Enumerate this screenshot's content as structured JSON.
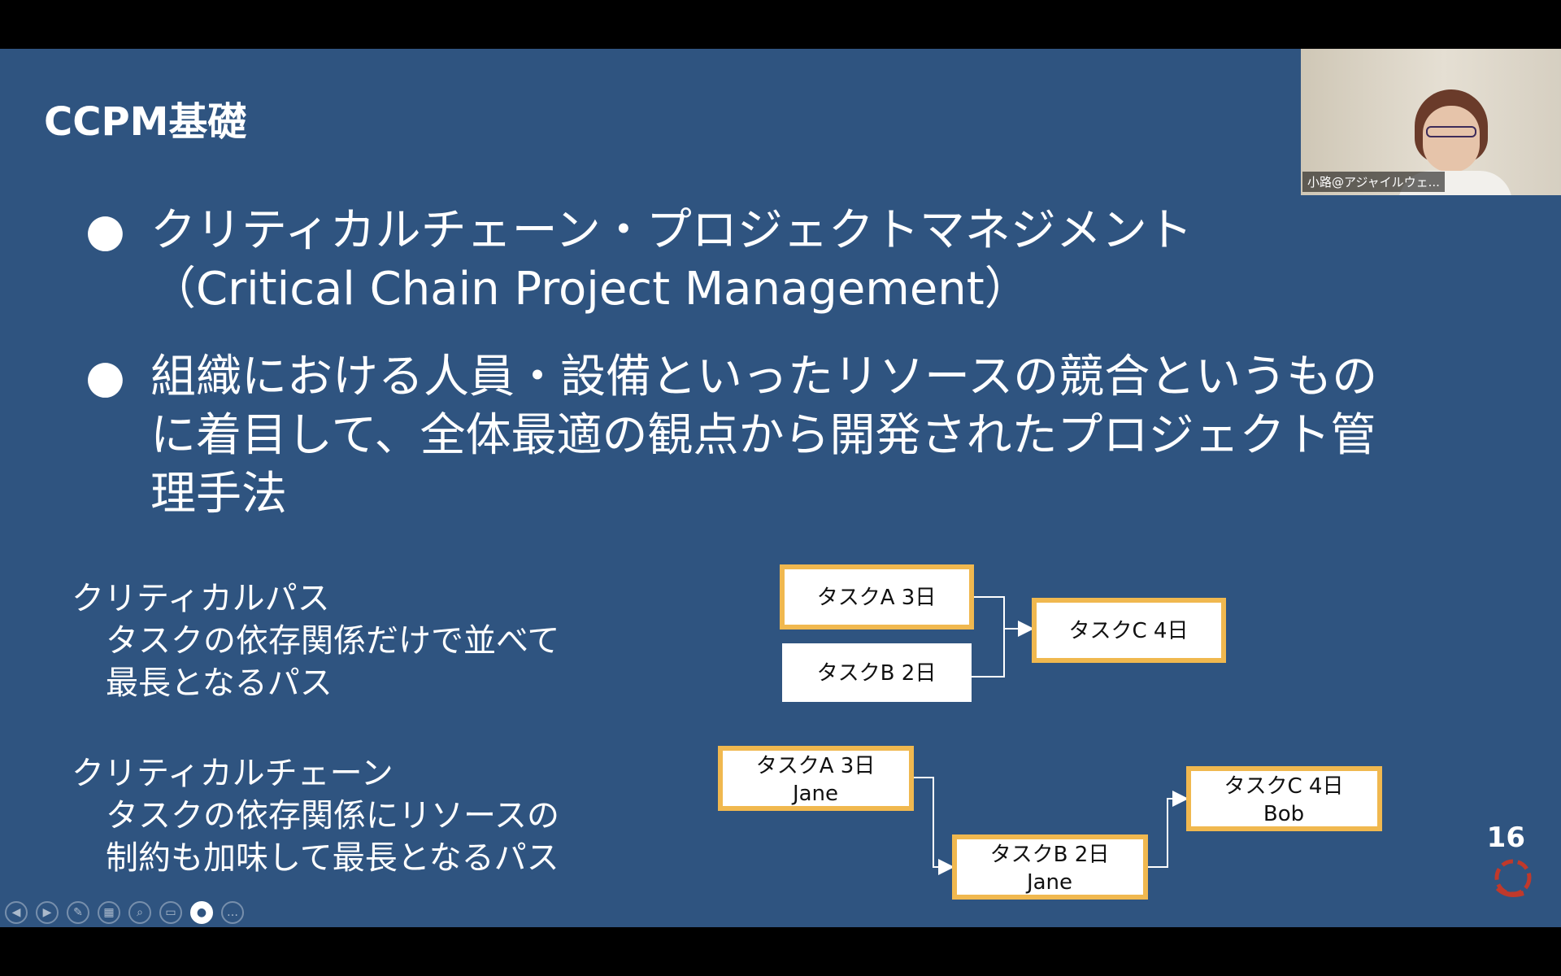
{
  "slide": {
    "title": "CCPM基礎",
    "bullets": [
      {
        "marker": "●",
        "lines": [
          "クリティカルチェーン・プロジェクトマネジメント",
          "（Critical Chain Project Management）"
        ]
      },
      {
        "marker": "●",
        "lines": [
          "組織における人員・設備といったリソースの競合というもの",
          "に着目して、全体最適の観点から開発されたプロジェクト管",
          "理手法"
        ]
      }
    ],
    "critical_path": {
      "heading": "クリティカルパス",
      "lines": [
        "タスクの依存関係だけで並べて",
        "最長となるパス"
      ]
    },
    "critical_chain": {
      "heading": "クリティカルチェーン",
      "lines": [
        "タスクの依存関係にリソースの",
        "制約も加味して最長となるパス"
      ]
    },
    "diagram_path": {
      "task_a": "タスクA 3日",
      "task_b": "タスクB 2日",
      "task_c": "タスクC 4日"
    },
    "diagram_chain": {
      "task_a": {
        "label": "タスクA 3日",
        "owner": "Jane"
      },
      "task_b": {
        "label": "タスクB 2日",
        "owner": "Jane"
      },
      "task_c": {
        "label": "タスクC 4日",
        "owner": "Bob"
      }
    },
    "page_number": "16"
  },
  "participant": {
    "name": "小路@アジャイルウェ..."
  },
  "toolbar": {
    "buttons": [
      {
        "icon": "previous-slide-icon",
        "glyph": "◀"
      },
      {
        "icon": "next-slide-icon",
        "glyph": "▶"
      },
      {
        "icon": "pen-icon",
        "glyph": "✎"
      },
      {
        "icon": "slides-grid-icon",
        "glyph": "▦"
      },
      {
        "icon": "zoom-icon",
        "glyph": "⌕"
      },
      {
        "icon": "subtitles-icon",
        "glyph": "▭"
      },
      {
        "icon": "camera-icon",
        "glyph": "●"
      },
      {
        "icon": "more-options-icon",
        "glyph": "…"
      }
    ]
  },
  "colors": {
    "slide_background": "#2f5480",
    "box_border": "#f0b84f",
    "box_fill": "#ffffff",
    "logo": "#c0392b"
  }
}
